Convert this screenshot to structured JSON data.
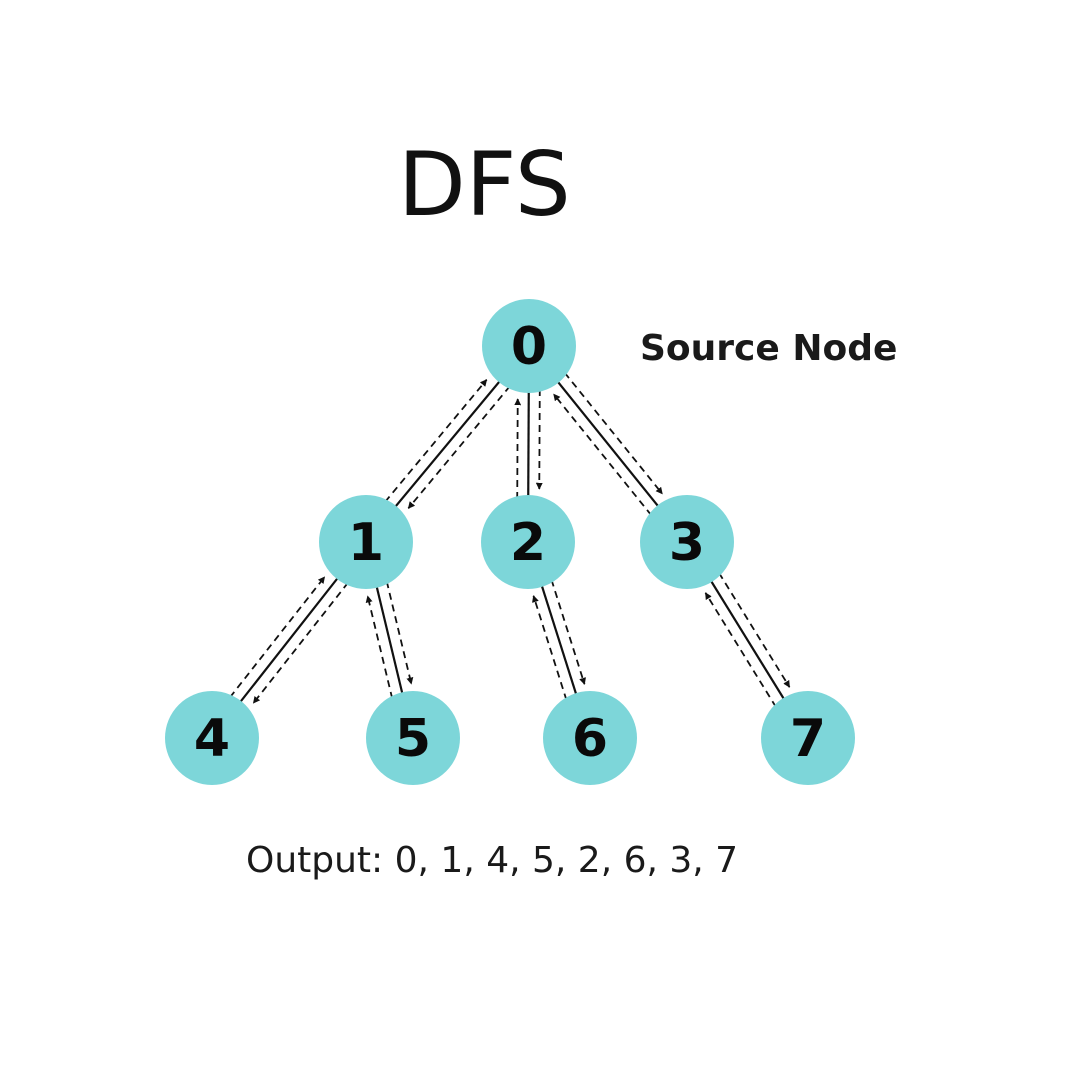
{
  "title": "DFS",
  "source_label": "Source Node",
  "output_text": "Output: 0, 1, 4, 5, 2, 6, 3, 7",
  "colors": {
    "node_fill": "#7dd6d9",
    "text": "#111111"
  },
  "nodes": [
    {
      "id": "0",
      "label": "0"
    },
    {
      "id": "1",
      "label": "1"
    },
    {
      "id": "2",
      "label": "2"
    },
    {
      "id": "3",
      "label": "3"
    },
    {
      "id": "4",
      "label": "4"
    },
    {
      "id": "5",
      "label": "5"
    },
    {
      "id": "6",
      "label": "6"
    },
    {
      "id": "7",
      "label": "7"
    }
  ],
  "edges": [
    {
      "from": "0",
      "to": "1"
    },
    {
      "from": "0",
      "to": "2"
    },
    {
      "from": "0",
      "to": "3"
    },
    {
      "from": "1",
      "to": "4"
    },
    {
      "from": "1",
      "to": "5"
    },
    {
      "from": "2",
      "to": "6"
    },
    {
      "from": "3",
      "to": "7"
    }
  ],
  "traversal_arrows": "dashed arrows go down each edge to the child and back up to the parent"
}
